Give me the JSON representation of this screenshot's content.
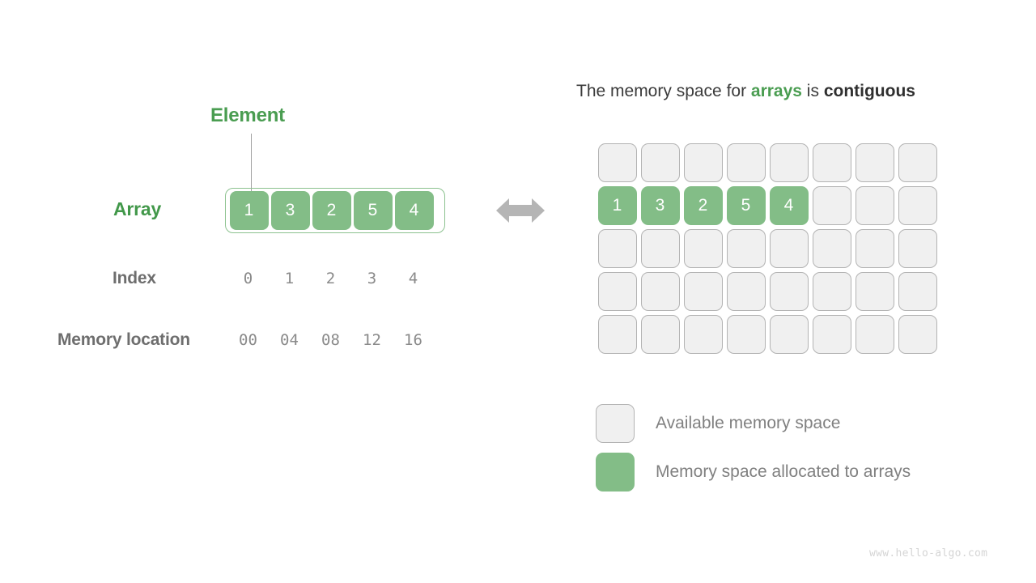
{
  "left": {
    "element_label": "Element",
    "array_label": "Array",
    "index_label": "Index",
    "memory_location_label": "Memory location",
    "array_values": [
      "1",
      "3",
      "2",
      "5",
      "4"
    ],
    "index_values": [
      "0",
      "1",
      "2",
      "3",
      "4"
    ],
    "memory_locations": [
      "00",
      "04",
      "08",
      "12",
      "16"
    ],
    "arrow_icon": "double-headed-horizontal-arrow"
  },
  "right": {
    "title": {
      "prefix": "The memory space for ",
      "highlight_green": "arrays",
      "middle": " is ",
      "highlight_dark": "contiguous"
    },
    "grid": {
      "columns": 8,
      "rows": 5,
      "filled_row_index": 1,
      "filled_values": [
        "1",
        "3",
        "2",
        "5",
        "4"
      ]
    },
    "legend": [
      {
        "swatch": "empty",
        "label": "Available memory space"
      },
      {
        "swatch": "filled",
        "label": "Memory space allocated to arrays"
      }
    ]
  },
  "watermark": "www.hello-algo.com",
  "colors": {
    "green_fill": "#83bd87",
    "green_text": "#4a9d51",
    "gray_text": "#808080",
    "empty_fill": "#f0f0f0",
    "empty_border": "#b3b3b3",
    "arrow_gray": "#b5b5b5"
  }
}
